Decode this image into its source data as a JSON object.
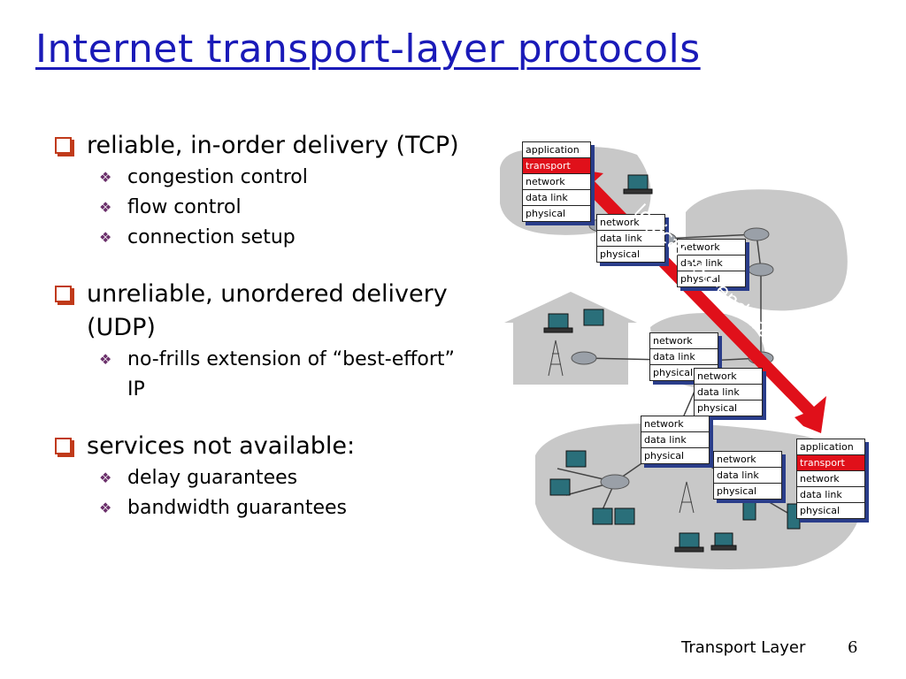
{
  "title": "Internet transport-layer protocols",
  "bullets": [
    {
      "text": "reliable, in-order delivery (TCP)",
      "sub": [
        "congestion control",
        "flow control",
        "connection setup"
      ]
    },
    {
      "text": "unreliable, unordered delivery (UDP)",
      "sub": [
        "no-frills extension of “best-effort” IP"
      ]
    },
    {
      "text": "services not available:",
      "sub": [
        "delay guarantees",
        "bandwidth guarantees"
      ]
    }
  ],
  "diagram": {
    "arrow_label": "logical end-end transport",
    "layers": {
      "application": "application",
      "transport": "transport",
      "network": "network",
      "data_link": "data link",
      "physical": "physical"
    },
    "colors": {
      "arrow": "#e0101a",
      "highlight": "#e0101a",
      "stack_shadow": "#2a3d8a",
      "cloud": "#c8c8c8"
    }
  },
  "footer": {
    "label": "Transport Layer",
    "page": "6"
  }
}
